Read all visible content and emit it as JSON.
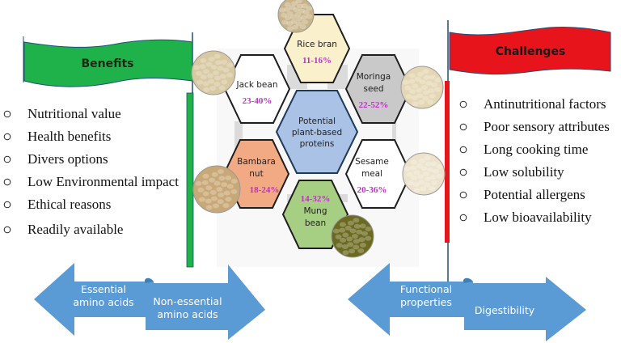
{
  "benefits": {
    "title": "Benefits",
    "color": "#1fb24a",
    "items": [
      "Nutritional value",
      "Health benefits",
      "Divers options",
      "Low Environmental impact",
      "Ethical reasons",
      "Readily available"
    ]
  },
  "challenges": {
    "title": "Challenges",
    "color": "#e8141b",
    "items": [
      "Antinutritional factors",
      "Poor sensory attributes",
      "Long cooking time",
      "Low solubility",
      "Potential allergens",
      "Low bioavailability"
    ]
  },
  "center": {
    "line1": "Potential",
    "line2": "plant-based",
    "line3": "proteins",
    "color": "#a9c2e6"
  },
  "proteins": [
    {
      "name1": "Rice bran",
      "name2": "",
      "range": "11-16%",
      "color": "#fbf0cc"
    },
    {
      "name1": "Jack bean",
      "name2": "",
      "range": "23-40%",
      "color": "#ffffff"
    },
    {
      "name1": "Moringa",
      "name2": "seed",
      "range": "22-52%",
      "color": "#c9c9c9"
    },
    {
      "name1": "Bambara",
      "name2": "nut",
      "range": "18-24%",
      "color": "#f2aa84"
    },
    {
      "name1": "Sesame",
      "name2": "meal",
      "range": "20-36%",
      "color": "#ffffff"
    },
    {
      "name1": "Mung",
      "name2": "bean",
      "range": "14-32%",
      "color": "#a7cf84"
    }
  ],
  "arrows": {
    "color": "#5b9bd5",
    "left_pair": {
      "left": [
        "Essential",
        "amino acids"
      ],
      "right": [
        "Non-essential",
        "amino acids"
      ]
    },
    "right_pair": {
      "left": [
        "Functional",
        "properties"
      ],
      "right": [
        "Digestibility"
      ]
    }
  }
}
